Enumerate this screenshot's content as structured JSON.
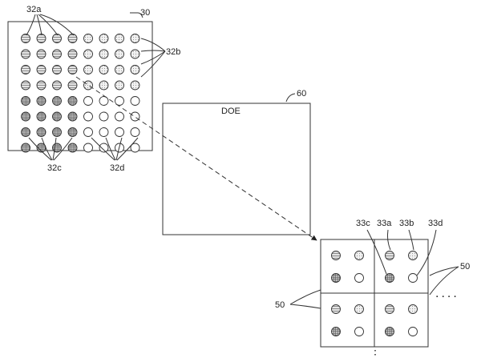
{
  "figure": {
    "source_label": "30",
    "doe_ref_label": "60",
    "doe_text": "DOE",
    "tile_label": "50",
    "tile_label_left": "50",
    "emitters": {
      "a": "32a",
      "b": "32b",
      "c": "32c",
      "d": "32d"
    },
    "spots": {
      "a": "33a",
      "b": "33b",
      "c": "33c",
      "d": "33d"
    },
    "source_grid": {
      "rows": 8,
      "cols": 8,
      "quadrants": {
        "top_left": "32a-hatched",
        "top_right": "32b-dotted",
        "bottom_left": "32c-dense",
        "bottom_right": "32d-empty"
      }
    },
    "continuation_right": "....",
    "continuation_down": "⋮"
  }
}
